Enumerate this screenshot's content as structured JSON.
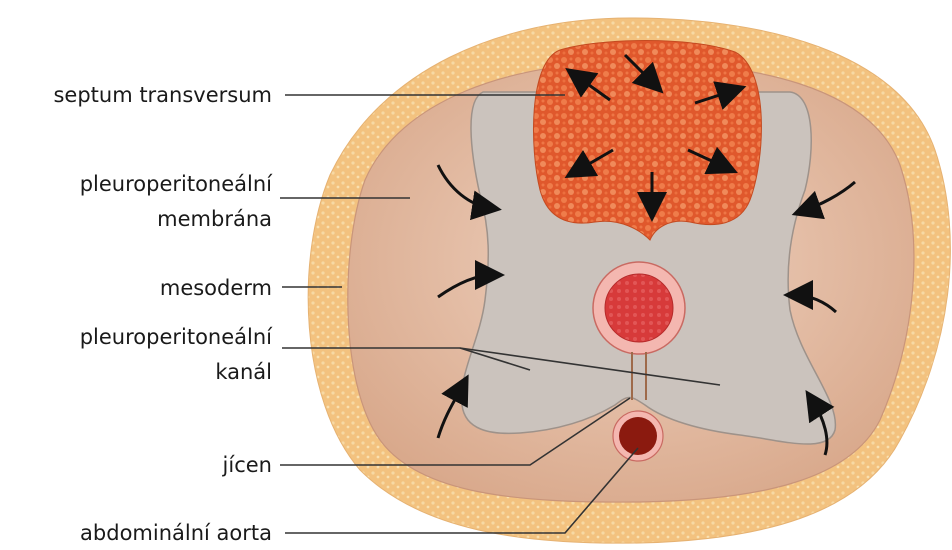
{
  "labels": {
    "septum": "septum transversum",
    "pleuro_membrane_1": "pleuroperitoneální",
    "pleuro_membrane_2": "membrána",
    "mesoderm": "mesoderm",
    "pleuro_canal_1": "pleuroperitoneální",
    "pleuro_canal_2": "kanál",
    "esophagus": "jícen",
    "aorta": "abdominální aorta"
  },
  "colors": {
    "outer_mesoderm": "#f3c27f",
    "outer_mesoderm_dots": "#f7d9a4",
    "body_wall": "#dfb49a",
    "canal": "#cbc3bd",
    "septum": "#e0582c",
    "septum_cells": "#f08a5a",
    "aorta_ring": "#f4b7b0",
    "aorta_lumen": "#d73a3a",
    "esophagus": "#8b1a0f",
    "leader_line": "#333333",
    "arrow": "#111111"
  }
}
